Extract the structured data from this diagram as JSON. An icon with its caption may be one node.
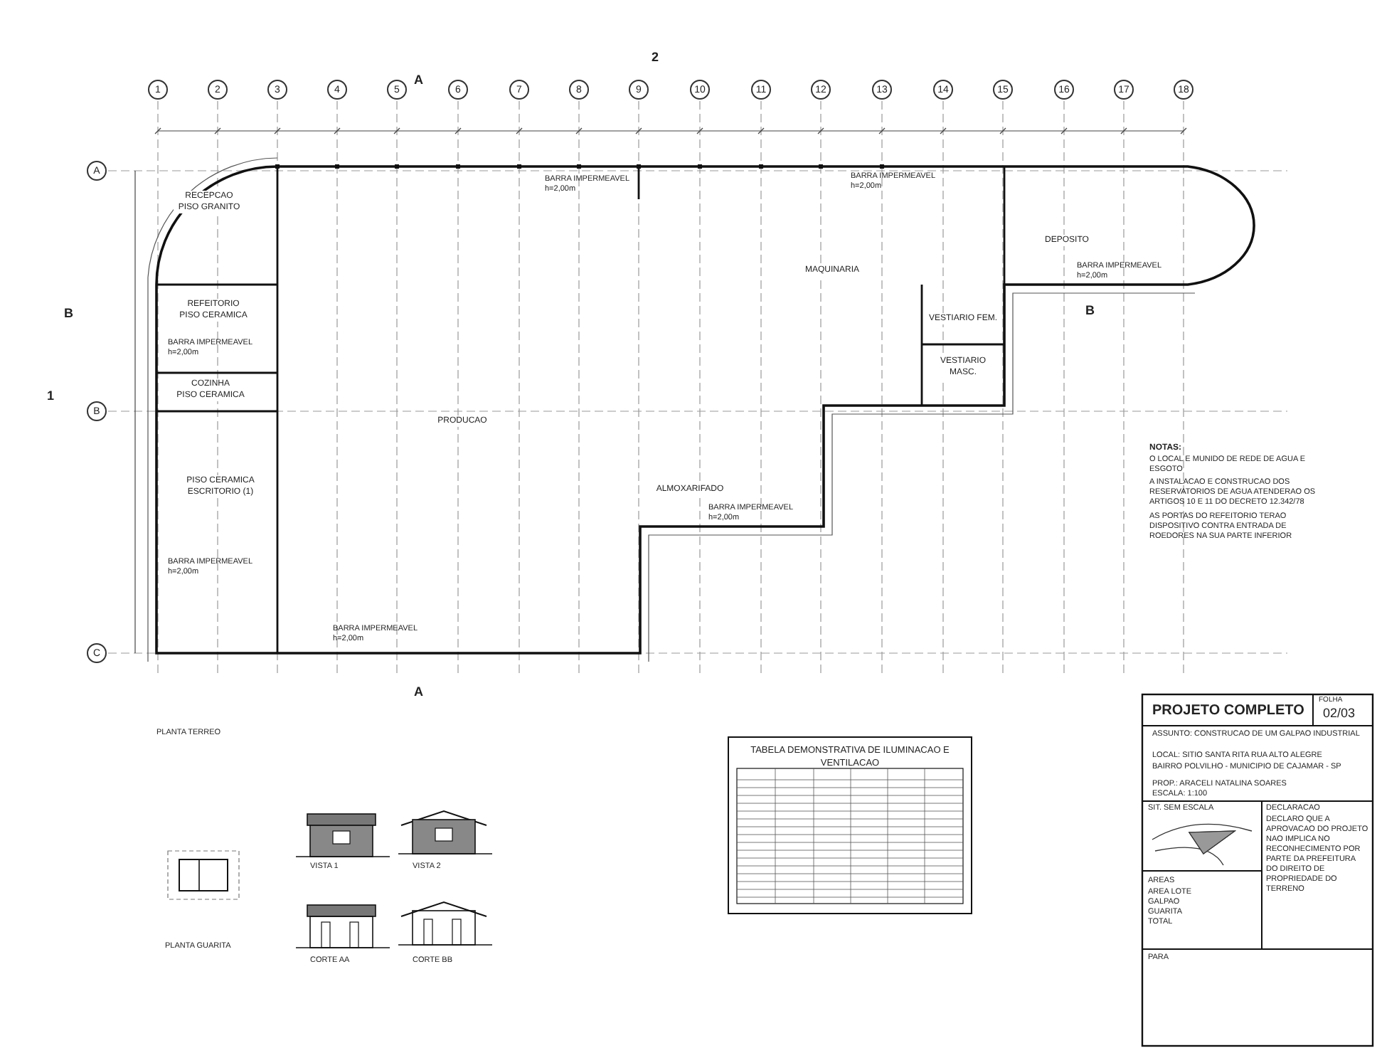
{
  "diagram": {
    "nodes": [
      {
        "text": [
          "1"
        ]
      },
      {
        "text": [
          "2"
        ]
      },
      {
        "text": [
          "3"
        ]
      },
      {
        "text": [
          "4"
        ]
      },
      {
        "text": [
          "5"
        ]
      },
      {
        "text": [
          "6"
        ]
      },
      {
        "text": [
          "7"
        ]
      },
      {
        "text": [
          "8"
        ]
      },
      {
        "text": [
          "9"
        ]
      },
      {
        "text": [
          "10"
        ]
      },
      {
        "text": [
          "11"
        ]
      },
      {
        "text": [
          "12"
        ]
      },
      {
        "text": [
          "13"
        ]
      },
      {
        "text": [
          "14"
        ]
      },
      {
        "text": [
          "15"
        ]
      },
      {
        "text": [
          "16"
        ]
      },
      {
        "text": [
          "17"
        ]
      },
      {
        "text": [
          "18"
        ]
      },
      {
        "text": [
          "A"
        ]
      },
      {
        "text": [
          "B"
        ]
      },
      {
        "text": [
          "C"
        ]
      },
      {
        "text": [
          "RECEPCAO",
          "PISO GRANITO"
        ]
      },
      {
        "text": [
          "REFEITORIO",
          "PISO CERAMICA"
        ]
      },
      {
        "text": [
          "COZINHA",
          "PISO CERAMICA"
        ]
      },
      {
        "text": [
          "PISO CERAMICA",
          "ESCRITORIO (1)"
        ]
      },
      {
        "text": [
          "PRODUCAO"
        ]
      },
      {
        "text": [
          "MAQUINARIA"
        ]
      },
      {
        "text": [
          "ALMOXARIFADO"
        ]
      },
      {
        "text": [
          "DEPOSITO"
        ]
      },
      {
        "text": [
          "VESTIARIO FEM."
        ]
      },
      {
        "text": [
          "VESTIARIO MASC."
        ]
      }
    ],
    "labels": [
      "A",
      "A",
      "B",
      "B",
      "1",
      "2",
      "BARRA IMPERMEAVEL h=2,00m",
      "BARRA IMPERMEAVEL h=2,00m",
      "BARRA IMPERMEAVEL h=2,00m",
      "BARRA IMPERMEAVEL h=2,00m",
      "BARRA IMPERMEAVEL h=2,00m",
      "BARRA IMPERMEAVEL h=2,00m",
      "BARRA IMPERMEAVEL h=2,00m",
      "NOTAS:",
      "O LOCAL E MUNIDO DE REDE DE AGUA E ESGOTO",
      "A INSTALACAO E CONSTRUCAO DOS RESERVATORIOS DE AGUA ATENDERAO OS ARTIGOS 10 E 11 DO DECRETO 12.342/78",
      "AS PORTAS DO REFEITORIO TERAO DISPOSITIVO CONTRA ENTRADA DE ROEDORES NA SUA PARTE INFERIOR",
      "PLANTA TERREO",
      "PLANTA GUARITA",
      "VISTA 1",
      "VISTA 2",
      "CORTE AA",
      "CORTE BB",
      "TABELA DEMONSTRATIVA DE ILUMINACAO E VENTILACAO",
      "PROJETO COMPLETO",
      "FOLHA",
      "02/03",
      "ASSUNTO: CONSTRUCAO DE UM GALPAO INDUSTRIAL",
      "LOCAL: SITIO SANTA RITA RUA ALTO ALEGRE BAIRRO POLVILHO - MUNICIPIO DE CAJAMAR - SP",
      "PROP.: ARACELI NATALINA SOARES",
      "ESCALA: 1:100",
      "SIT. SEM ESCALA",
      "DECLARACAO",
      "DECLARO QUE A APROVACAO DO PROJETO NAO IMPLICA NO RECONHECIMENTO POR PARTE DA PREFEITURA DO DIREITO DE PROPRIEDADE DO TERRENO",
      "AREAS",
      "AREA LOTE",
      "GALPAO",
      "GUARITA",
      "TOTAL",
      "PARA"
    ]
  }
}
